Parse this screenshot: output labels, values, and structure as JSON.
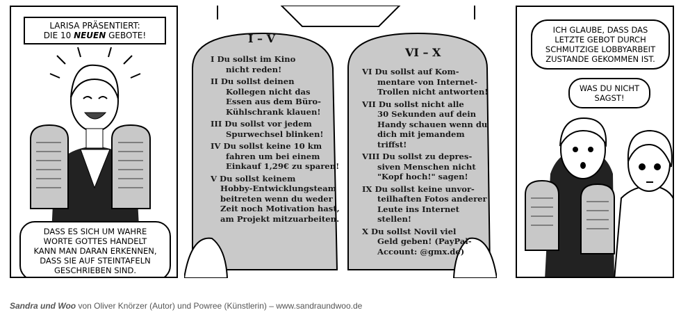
{
  "panel1": {
    "caption_lines": [
      "LARISA PRÄSENTIERT:",
      "DIE 10 ",
      "NEUEN",
      " GEBOTE!"
    ],
    "bottom_caption_lines": [
      "DASS ES SICH UM WAHRE",
      "WORTE GOTTES HANDELT",
      "KANN MAN DARAN ERKENNEN,",
      "DASS SIE AUF STEINTAFELN",
      "GESCHRIEBEN SIND."
    ]
  },
  "panel2": {
    "left_title": "I – V",
    "right_title": "VI – X",
    "left_commandments": [
      [
        "I  Du sollst im Kino",
        "nicht reden!"
      ],
      [
        "II  Du sollst deinen",
        "Kollegen nicht das",
        "Essen aus dem Büro-",
        "Kühlschrank klauen!"
      ],
      [
        "III  Du sollst vor jedem",
        "Spurwechsel blinken!"
      ],
      [
        "IV  Du sollst keine 10 km",
        "fahren um bei einem",
        "Einkauf 1,29€ zu sparen!"
      ],
      [
        "V  Du sollst keinem",
        "Hobby-Entwicklungsteam",
        "beitreten wenn du weder",
        "Zeit noch Motivation hast,",
        "am Projekt mitzuarbeiten."
      ]
    ],
    "right_commandments": [
      [
        "VI  Du sollst auf Kom-",
        "mentare von Internet-",
        "Trollen nicht antworten!"
      ],
      [
        "VII  Du sollst nicht alle",
        "30 Sekunden auf dein",
        "Handy schauen wenn du",
        "dich mit jemandem triffst!"
      ],
      [
        "VIII  Du sollst zu depres-",
        "siven Menschen nicht",
        "\"Kopf hoch!\" sagen!"
      ],
      [
        "IX  Du sollst keine unvor-",
        "teilhaften Fotos anderer",
        "Leute ins Internet stellen!"
      ],
      [
        "X  Du sollst Novil viel",
        "Geld geben! (PayPal-",
        "Account:        @gmx.de)"
      ]
    ]
  },
  "panel3": {
    "bubble1_lines": [
      "ICH GLAUBE, DASS DAS",
      "LETZTE GEBOT DURCH",
      "SCHMUTZIGE LOBBYARBEIT",
      "ZUSTANDE GEKOMMEN IST."
    ],
    "bubble2_lines": [
      "WAS DU NICHT",
      "SAGST!"
    ]
  },
  "credit": {
    "title": "Sandra und Woo",
    "rest": " von Oliver Knörzer (Autor) und Powree (Künstlerin) – www.sandraundwoo.de"
  }
}
